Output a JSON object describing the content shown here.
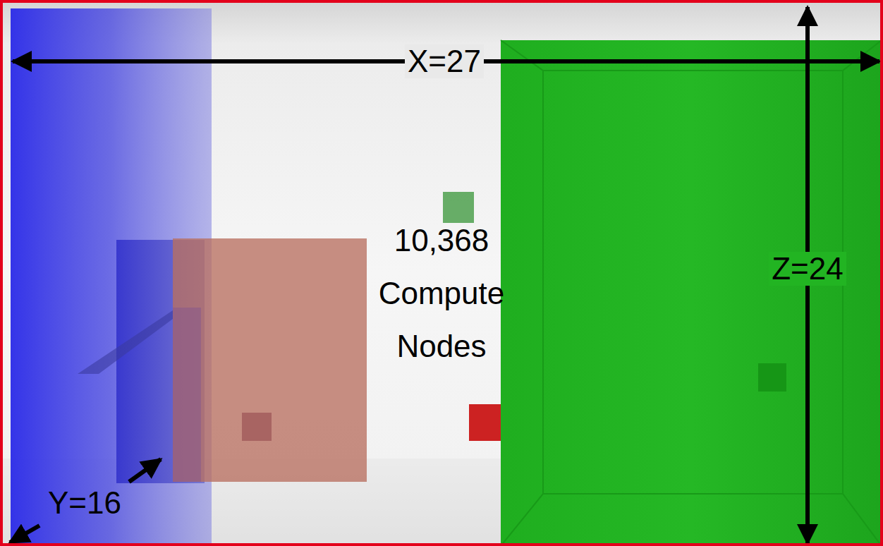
{
  "diagram": {
    "labels": [
      "X=27",
      "Z=24",
      "Y=16",
      "10,368 Compute Nodes"
    ]
  }
}
